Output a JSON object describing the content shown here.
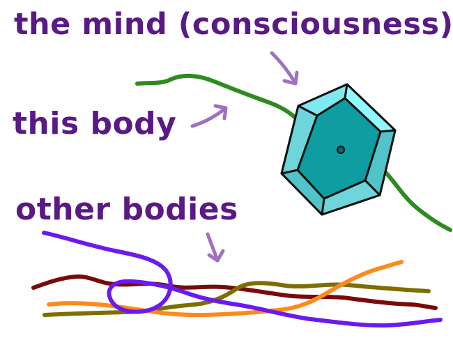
{
  "labels": {
    "mind": "the mind (consciousness)",
    "this_body": "this body",
    "other_bodies": "other bodies"
  },
  "colors": {
    "label_text": "#5a1a86",
    "arrow": "#a070c0",
    "this_body_strand": "#2e8b1e",
    "gem_outline": "#111111",
    "gem_center": "#0e9da0",
    "gem_facet_light": "#7fe9f0",
    "gem_facet_bright": "#8ff9ff",
    "gem_facet_mid": "#50c4c8",
    "strand_purple": "#6a1af0",
    "strand_orange": "#ff8a1a",
    "strand_darkred": "#7a0a0a",
    "strand_olive": "#7d6e00"
  }
}
